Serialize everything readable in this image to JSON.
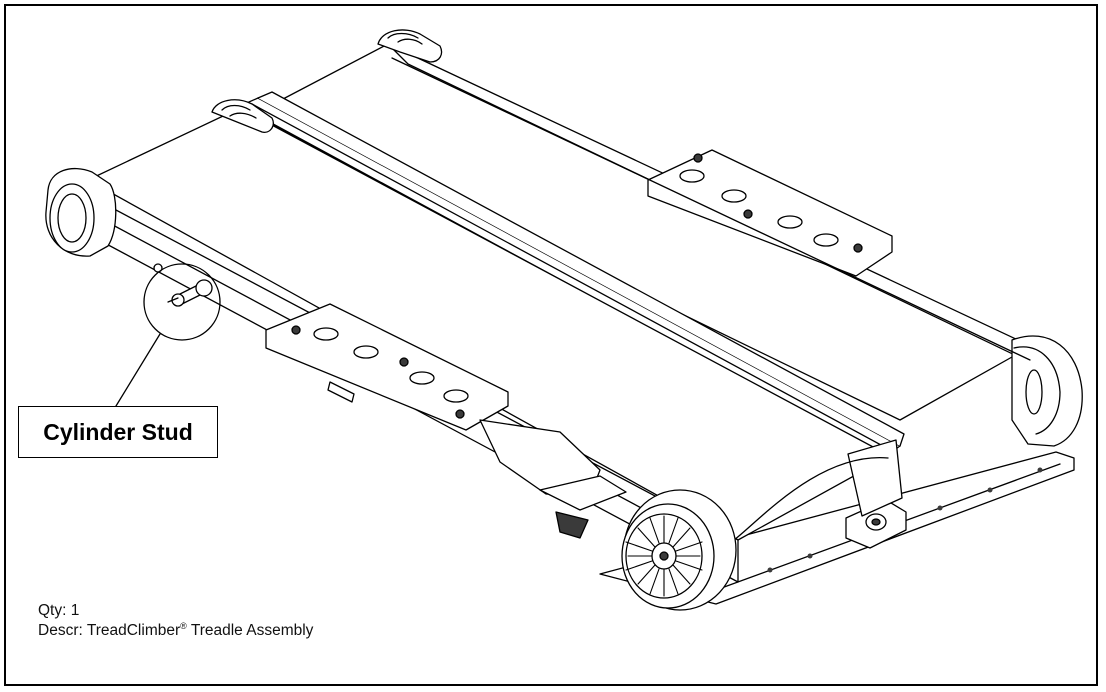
{
  "callout": {
    "label": "Cylinder Stud"
  },
  "caption": {
    "qty_label": "Qty:",
    "qty_value": "1",
    "descr_label": "Descr:",
    "descr_value": "TreadClimber",
    "descr_mark": "®",
    "descr_suffix": "Treadle Assembly"
  },
  "colors": {
    "line": "#000000",
    "fill": "#ffffff",
    "shade": "#3a3a3a"
  }
}
